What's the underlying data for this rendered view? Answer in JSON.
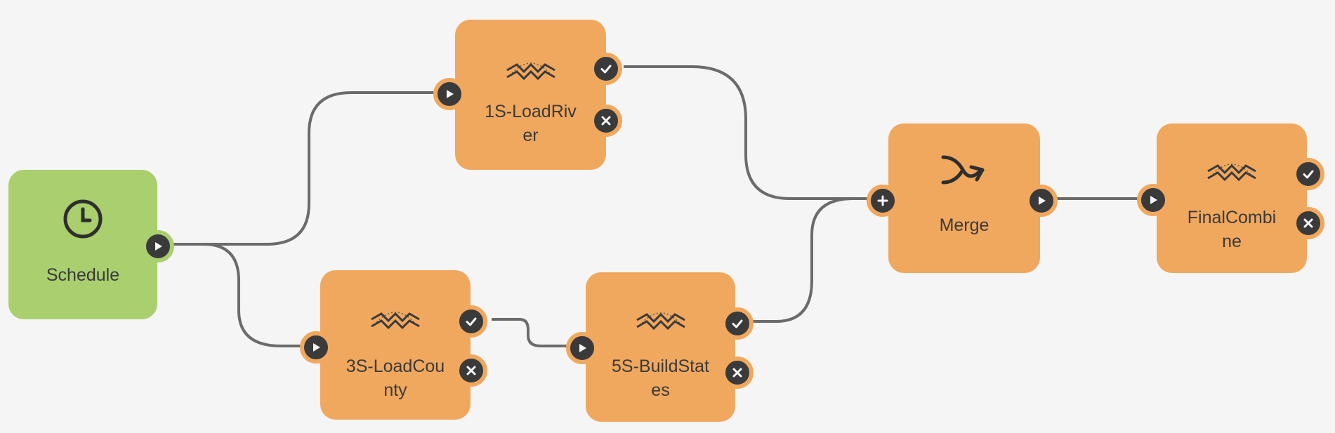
{
  "nodes": {
    "schedule": {
      "label": "Schedule",
      "icon": "clock-icon"
    },
    "load_river": {
      "label": "1S-LoadRiv\ner",
      "icon": "fme-icon"
    },
    "load_county": {
      "label": "3S-LoadCou\nnty",
      "icon": "fme-icon"
    },
    "build_states": {
      "label": "5S-BuildStat\nes",
      "icon": "fme-icon"
    },
    "merge": {
      "label": "Merge",
      "icon": "merge-icon"
    },
    "final_combine": {
      "label": "FinalCombi\nne",
      "icon": "fme-icon"
    }
  },
  "colors": {
    "task": "#f0a85e",
    "trigger": "#a9cf6e",
    "port": "#3a3a3a",
    "connector": "#6b6b6b",
    "background": "#f5f5f5"
  }
}
